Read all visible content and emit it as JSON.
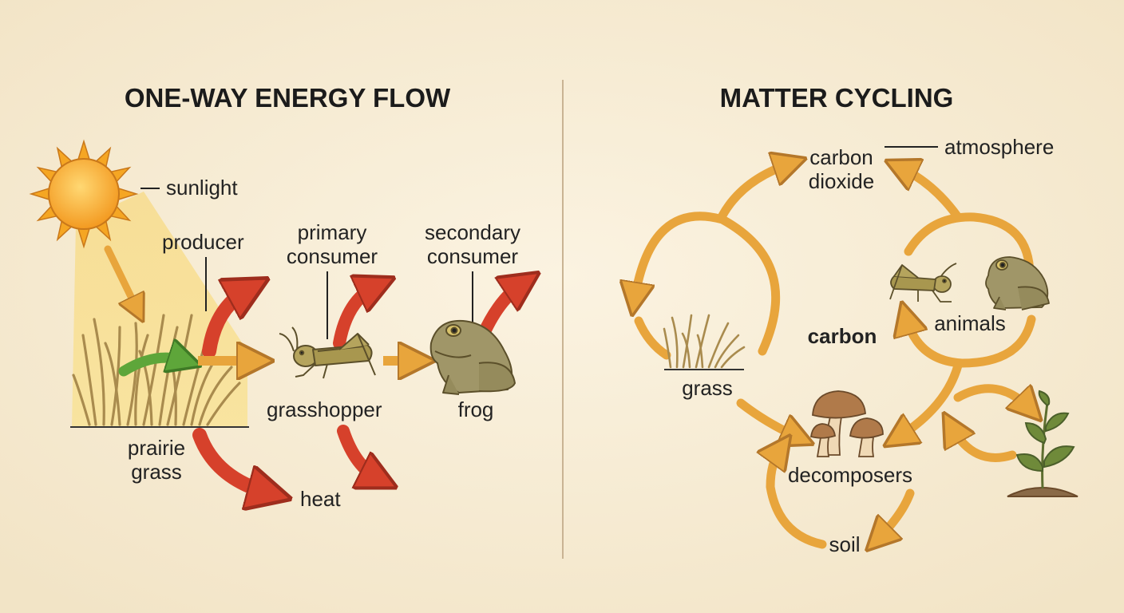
{
  "energy": {
    "title": "ONE-WAY ENERGY FLOW",
    "labels": {
      "sunlight": "sunlight",
      "producer": "producer",
      "primary_consumer": [
        "primary",
        "consumer"
      ],
      "secondary_consumer": [
        "secondary",
        "consumer"
      ],
      "grasshopper": "grasshopper",
      "frog": "frog",
      "prairie_grass": [
        "prairie",
        "grass"
      ],
      "heat": "heat"
    }
  },
  "matter": {
    "title": "MATTER CYCLING",
    "labels": {
      "carbon_dioxide": [
        "carbon",
        "dioxide"
      ],
      "atmosphere": "atmosphere",
      "carbon": "carbon",
      "animals": "animals",
      "grass": "grass",
      "decomposers": "decomposers",
      "soil": "soil"
    }
  },
  "colors": {
    "background": "#f6ecd6",
    "energy_arrow": "#e8a53c",
    "heat_arrow": "#d6412b",
    "photosynthesis_arrow": "#5ea63a",
    "cycle_arrow": "#e8a53c",
    "sun": "#f5a623",
    "grass": "#a98b4e",
    "divider": "#c9b393"
  },
  "icons": [
    "sun-icon",
    "grass-icon",
    "grasshopper-icon",
    "frog-icon",
    "mushroom-icon",
    "seedling-icon"
  ]
}
